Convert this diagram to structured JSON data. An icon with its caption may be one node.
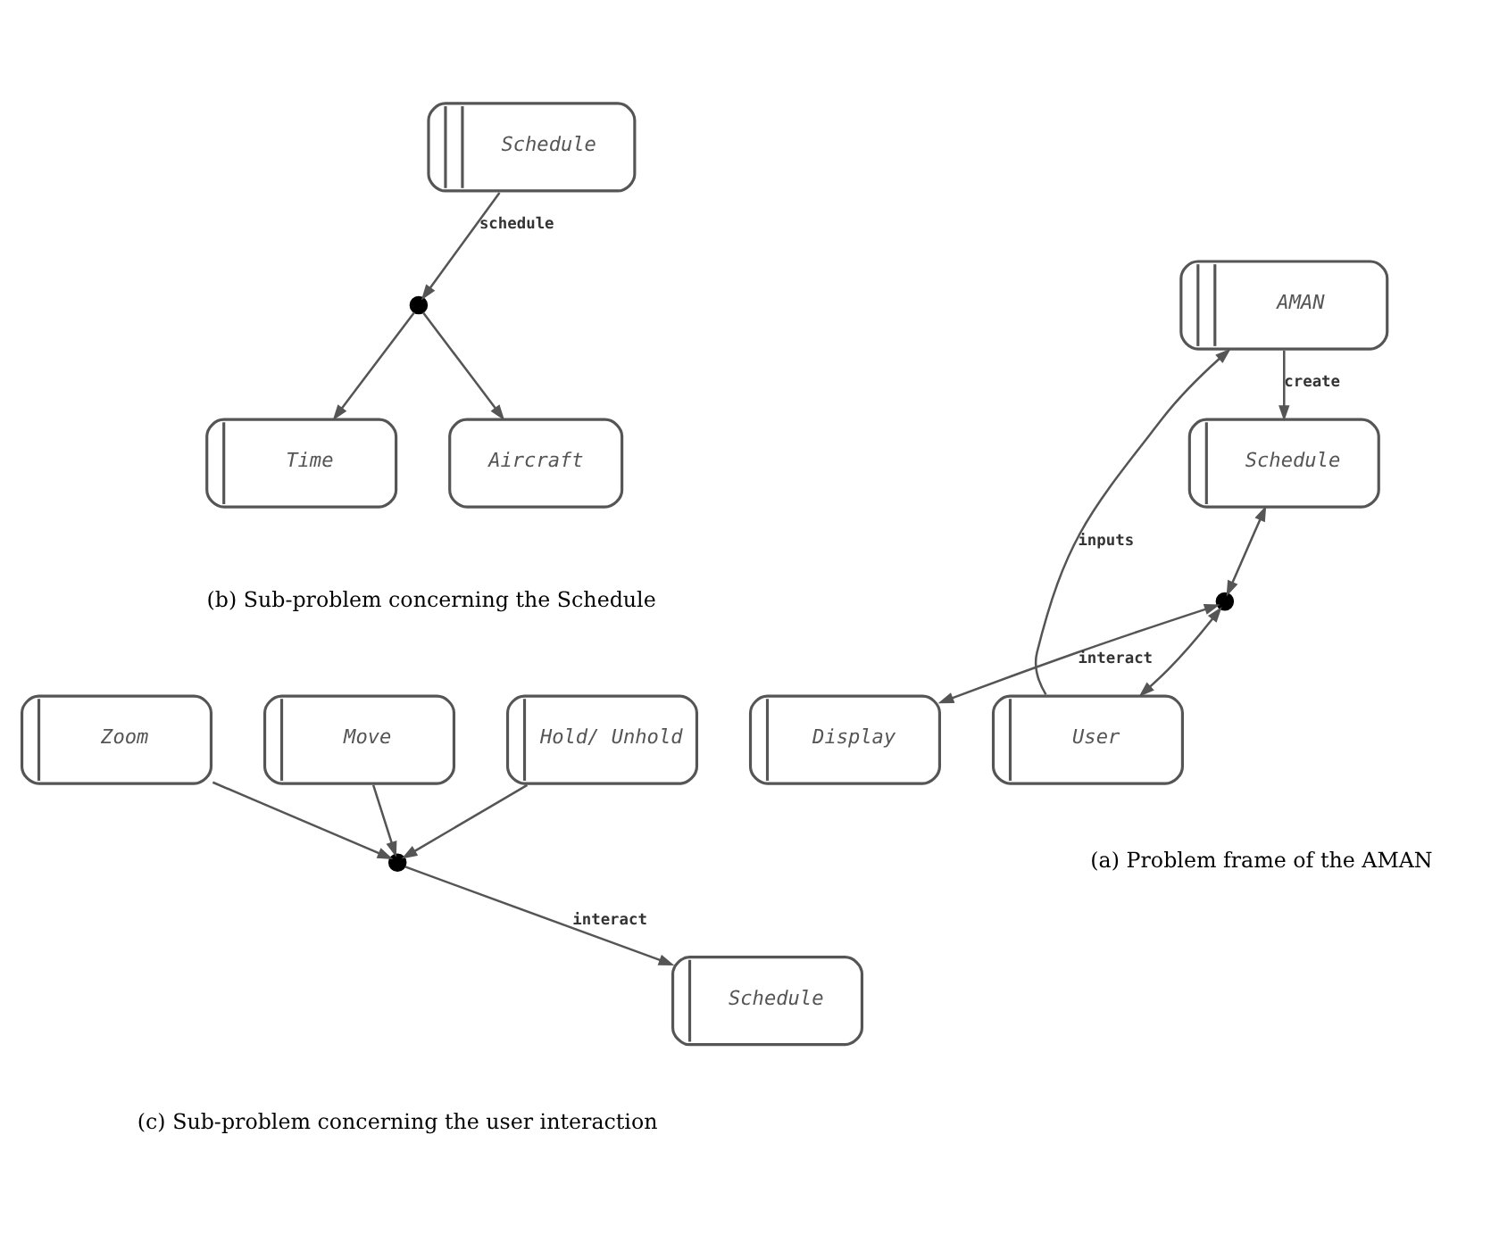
{
  "diagram": {
    "nodes": [
      {
        "text": [
          "AMAN"
        ]
      },
      {
        "text": [
          "Schedule"
        ]
      },
      {
        "text": [],
        "shape": "circle"
      },
      {
        "text": [
          "User"
        ]
      },
      {
        "text": [
          "Display"
        ]
      },
      {
        "text": [
          "Aircraft"
        ]
      },
      {
        "text": [],
        "shape": "circle"
      },
      {
        "text": [
          "Time"
        ]
      },
      {
        "text": [
          "Schedule"
        ]
      },
      {
        "text": [
          "Schedule"
        ]
      },
      {
        "text": [],
        "shape": "circle"
      },
      {
        "text": [
          "Zoom"
        ]
      },
      {
        "text": [
          "Hold/ Unhold"
        ]
      },
      {
        "text": [
          "Move"
        ]
      }
    ],
    "edges": [
      {
        "from": 0,
        "to": 1,
        "arrow": "to",
        "label": "create"
      },
      {
        "from": 3,
        "to": 0,
        "arrow": "to",
        "label": "inputs"
      },
      {
        "from": 1,
        "to": 2,
        "arrow": "both"
      },
      {
        "from": 2,
        "to": 4,
        "arrow": "both",
        "label": "interact"
      },
      {
        "from": 2,
        "to": 3,
        "arrow": "both"
      },
      {
        "from": 6,
        "to": 5,
        "arrow": "to"
      },
      {
        "from": 6,
        "to": 7,
        "arrow": "to"
      },
      {
        "from": 8,
        "to": 6,
        "arrow": "to",
        "label": "schedule"
      },
      {
        "from": 10,
        "to": 9,
        "arrow": "to",
        "label": "interact"
      },
      {
        "from": 11,
        "to": 10,
        "arrow": "to"
      },
      {
        "from": 12,
        "to": 10,
        "arrow": "to"
      },
      {
        "from": 13,
        "to": 10,
        "arrow": "to"
      }
    ],
    "labels": [
      "(a) Problem frame of the AMAN",
      "(b) Sub-problem concerning the Schedule",
      "(c) Sub-problem concerning the user interaction"
    ]
  }
}
